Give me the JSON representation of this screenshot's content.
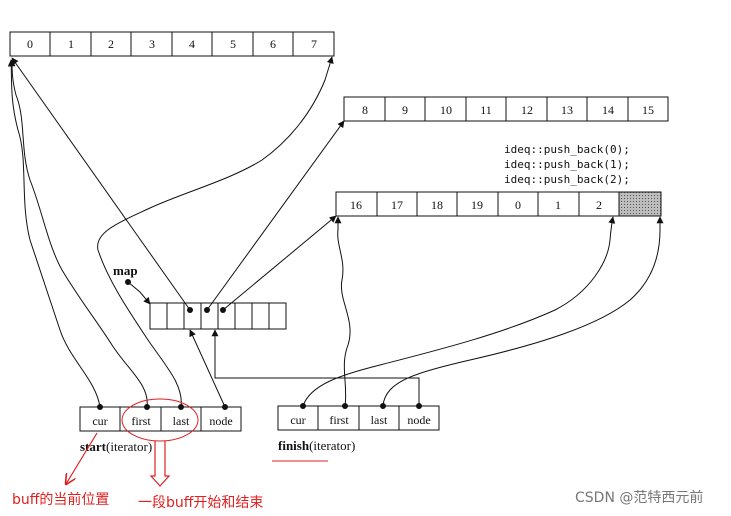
{
  "buffers": {
    "buffer1": [
      "0",
      "1",
      "2",
      "3",
      "4",
      "5",
      "6",
      "7"
    ],
    "buffer2": [
      "8",
      "9",
      "10",
      "11",
      "12",
      "13",
      "14",
      "15"
    ],
    "buffer3": [
      "16",
      "17",
      "18",
      "19",
      "0",
      "1",
      "2",
      ""
    ]
  },
  "code": {
    "line1": "ideq::push_back(0);",
    "line2": "ideq::push_back(1);",
    "line3": "ideq::push_back(2);"
  },
  "map": {
    "label": "map"
  },
  "start": {
    "fields": [
      "cur",
      "first",
      "last",
      "node"
    ],
    "label_bold": "start",
    "label_rest": "(iterator)"
  },
  "finish": {
    "fields": [
      "cur",
      "first",
      "last",
      "node"
    ],
    "label_bold": "finish",
    "label_rest": "(iterator)"
  },
  "annotations": {
    "cur_note": "buff的当前位置",
    "range_note": "一段buff开始和结束"
  },
  "watermark": "CSDN @范特西元前",
  "colors": {
    "annotation": "#e02020",
    "line": "#111111",
    "shaded": "#9a9a9a"
  }
}
